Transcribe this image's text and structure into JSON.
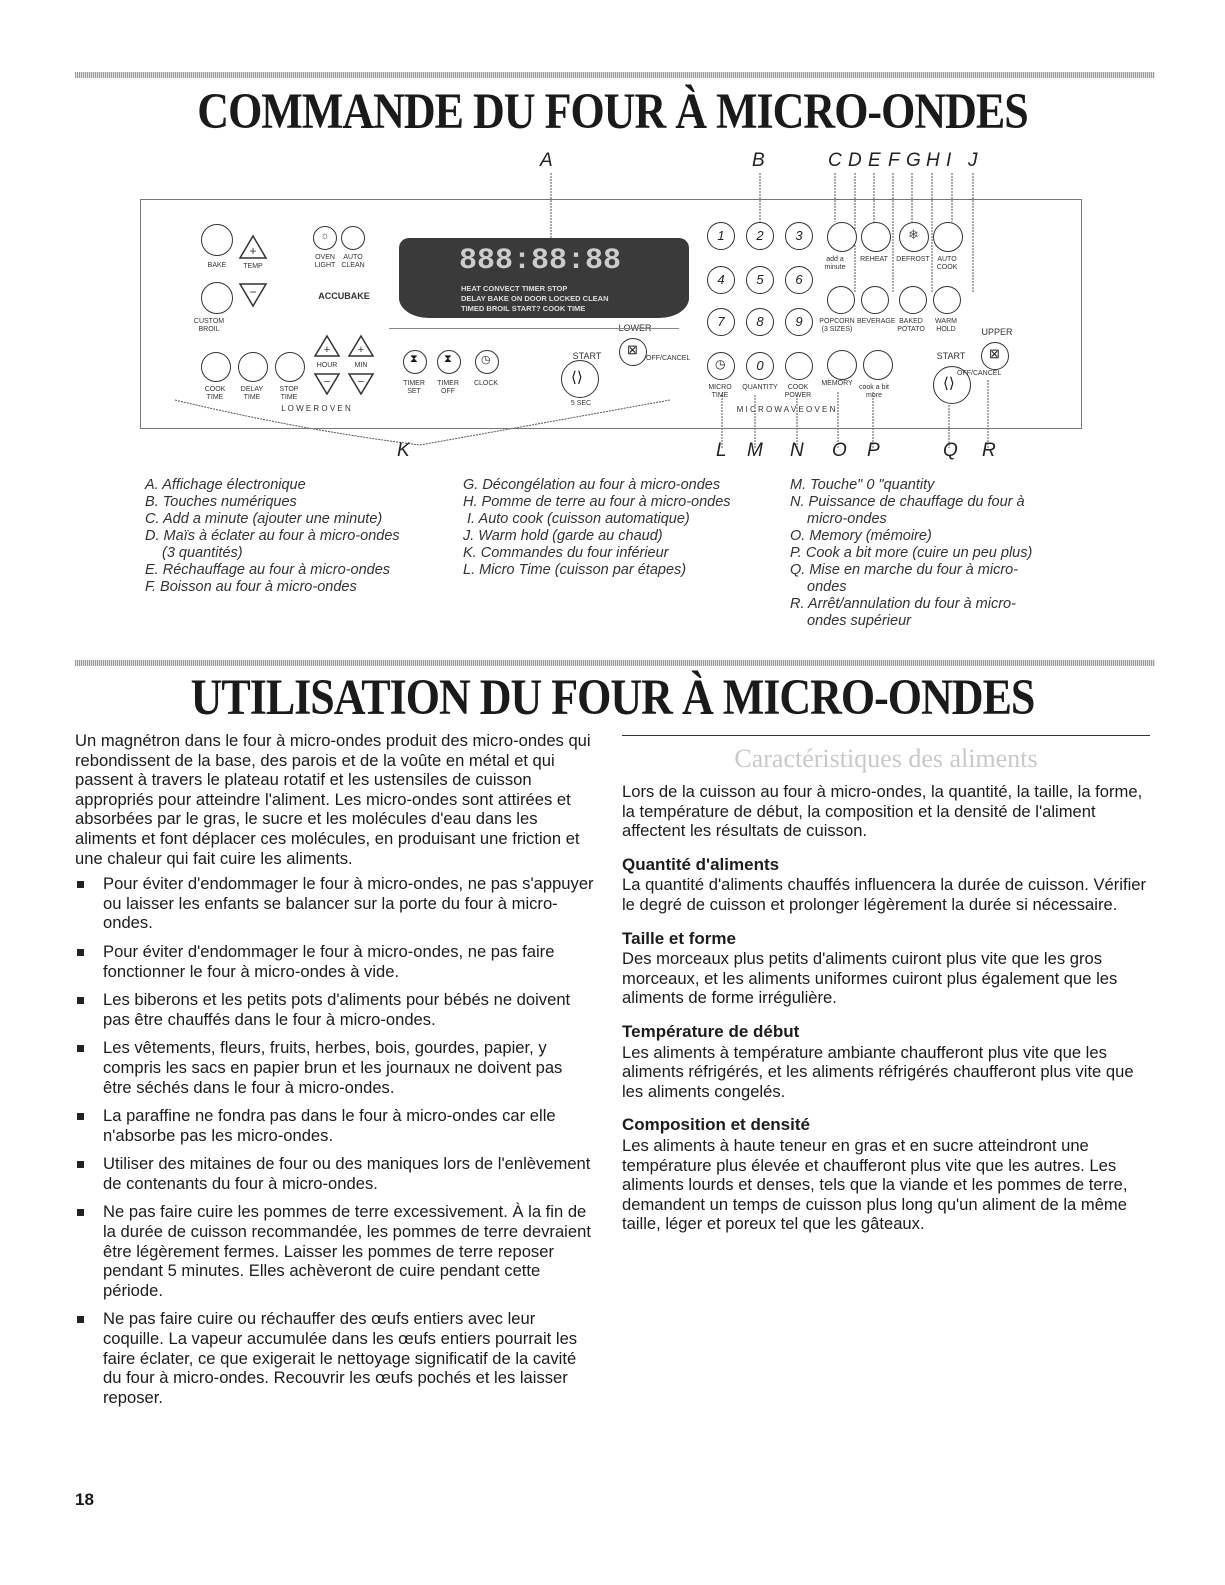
{
  "title1": "COMMANDE DU FOUR À MICRO-ONDES",
  "title2": "UTILISATION DU FOUR À MICRO-ONDES",
  "callouts_top": [
    "A",
    "B",
    "C",
    "D",
    "E",
    "F",
    "G",
    "H",
    "I",
    "J"
  ],
  "callouts_bottom": [
    "K",
    "L",
    "M",
    "N",
    "O",
    "P",
    "Q",
    "R"
  ],
  "panel": {
    "display_text": "888:88:88",
    "display_row1": "HEAT CONVECT  TIMER STOP",
    "display_row2": "DELAY BAKE  ON  DOOR LOCKED CLEAN",
    "display_row3": "TIMED BROIL  START?  COOK  TIME",
    "bake": "BAKE",
    "temp": "TEMP",
    "oven_light": "OVEN LIGHT",
    "auto_clean": "AUTO CLEAN",
    "accubake": "ACCUBAKE",
    "custom_broil": "CUSTOM BROIL",
    "cook_time": "COOK TIME",
    "delay_time": "DELAY TIME",
    "stop_time": "STOP TIME",
    "hour": "HOUR",
    "min": "MIN",
    "timer_set": "TIMER SET",
    "timer_off": "TIMER OFF",
    "clock": "CLOCK",
    "lower_oven": "L O W E R   O V E N",
    "lower": "LOWER",
    "start": "START",
    "off_cancel": "OFF/CANCEL",
    "five_sec": "5 SEC",
    "keys": [
      "1",
      "2",
      "3",
      "4",
      "5",
      "6",
      "7",
      "8",
      "9",
      "0"
    ],
    "add_a_minute": "add a minute",
    "reheat": "REHEAT",
    "defrost": "DEFROST",
    "auto_cook": "AUTO COOK",
    "popcorn": "POPCORN (3 SIZES)",
    "beverage": "BEVERAGE",
    "baked_potato": "BAKED POTATO",
    "warm_hold": "WARM HOLD",
    "micro_time": "MICRO TIME",
    "quantity": "QUANTITY",
    "cook_power": "COOK POWER",
    "memory": "MEMORY",
    "cook_a_bit_more": "cook a bit more",
    "microwave_oven": "M I C R O W A V E   O V E N",
    "upper": "UPPER"
  },
  "legend": {
    "col1": [
      "A. Affichage électronique",
      "B. Touches numériques",
      "C. Add a minute (ajouter une minute)",
      "D. Maïs à éclater au four à micro-ondes",
      "(3 quantités)",
      "E. Réchauffage au four à micro-ondes",
      "F. Boisson au four à micro-ondes"
    ],
    "col2": [
      "G. Décongélation au four à micro-ondes",
      "H. Pomme de terre au four à micro-ondes",
      "I. Auto cook (cuisson automatique)",
      "J. Warm hold (garde au chaud)",
      "K. Commandes du four inférieur",
      "L. Micro Time (cuisson par étapes)"
    ],
    "col3": [
      "M. Touche\" 0 \"quantity",
      "N. Puissance de chauffage du four à",
      "micro-ondes",
      "O. Memory (mémoire)",
      "P. Cook a bit more (cuire un peu plus)",
      "Q. Mise en marche du four à micro-",
      "ondes",
      "R. Arrêt/annulation du four à micro-",
      "ondes supérieur"
    ]
  },
  "intro": "Un magnétron dans le four à micro-ondes produit des micro-ondes qui rebondissent de la base, des parois et de la voûte en métal et qui passent à travers le plateau rotatif et les ustensiles de cuisson appropriés pour atteindre l'aliment. Les micro-ondes sont attirées et absorbées par le gras, le sucre et les molécules d'eau dans les aliments et font déplacer ces molécules, en produisant une friction et une chaleur qui fait cuire les aliments.",
  "bullets": [
    "Pour éviter d'endommager le four à micro-ondes, ne pas s'appuyer ou laisser les enfants se balancer sur la porte du four à micro-ondes.",
    "Pour éviter d'endommager le four à micro-ondes, ne pas faire fonctionner le four à micro-ondes à vide.",
    "Les biberons et les petits pots d'aliments pour bébés ne doivent pas être chauffés dans le four à micro-ondes.",
    "Les vêtements, fleurs, fruits, herbes, bois, gourdes, papier, y compris les sacs en papier brun et les journaux ne doivent pas être séchés dans le four à micro-ondes.",
    "La paraffine ne fondra pas dans le four à micro-ondes car elle n'absorbe pas les micro-ondes.",
    "Utiliser des mitaines de four ou des maniques lors de l'enlèvement de contenants du four à micro-ondes.",
    "Ne pas faire cuire les pommes de terre excessivement. À la fin de la durée de cuisson recommandée, les pommes de terre devraient être légèrement fermes. Laisser les pommes de terre reposer pendant 5 minutes. Elles achèveront de cuire pendant cette période.",
    "Ne pas faire cuire ou réchauffer des œufs entiers avec leur coquille. La vapeur accumulée dans les œufs entiers pourrait les faire éclater, ce que exigerait le nettoyage significatif de la cavité du four à micro-ondes. Recouvrir les œufs pochés et les laisser reposer."
  ],
  "right": {
    "heading": "Caractéristiques des aliments",
    "intro": "Lors de la cuisson au four à micro-ondes, la quantité, la taille, la forme, la température de début, la composition et la densité de l'aliment affectent les résultats de cuisson.",
    "sections": [
      {
        "title": "Quantité d'aliments",
        "text": "La quantité d'aliments chauffés influencera la durée de cuisson. Vérifier le degré de cuisson et prolonger légèrement la durée si nécessaire."
      },
      {
        "title": "Taille et forme",
        "text": "Des morceaux plus petits d'aliments cuiront plus vite que les gros morceaux, et les aliments uniformes cuiront plus également que les aliments de forme irrégulière."
      },
      {
        "title": "Température de début",
        "text": "Les aliments à température ambiante chaufferont plus vite que les aliments réfrigérés, et les aliments réfrigérés chaufferont plus vite que les aliments congelés."
      },
      {
        "title": "Composition et densité",
        "text": "Les aliments à haute teneur en gras et en sucre atteindront une température plus élevée et chaufferont plus vite que les autres. Les aliments lourds et denses, tels que la viande et les pommes de terre, demandent un temps de cuisson plus long qu'un aliment de la même taille, léger et poreux tel que les gâteaux."
      }
    ]
  },
  "page_number": "18"
}
